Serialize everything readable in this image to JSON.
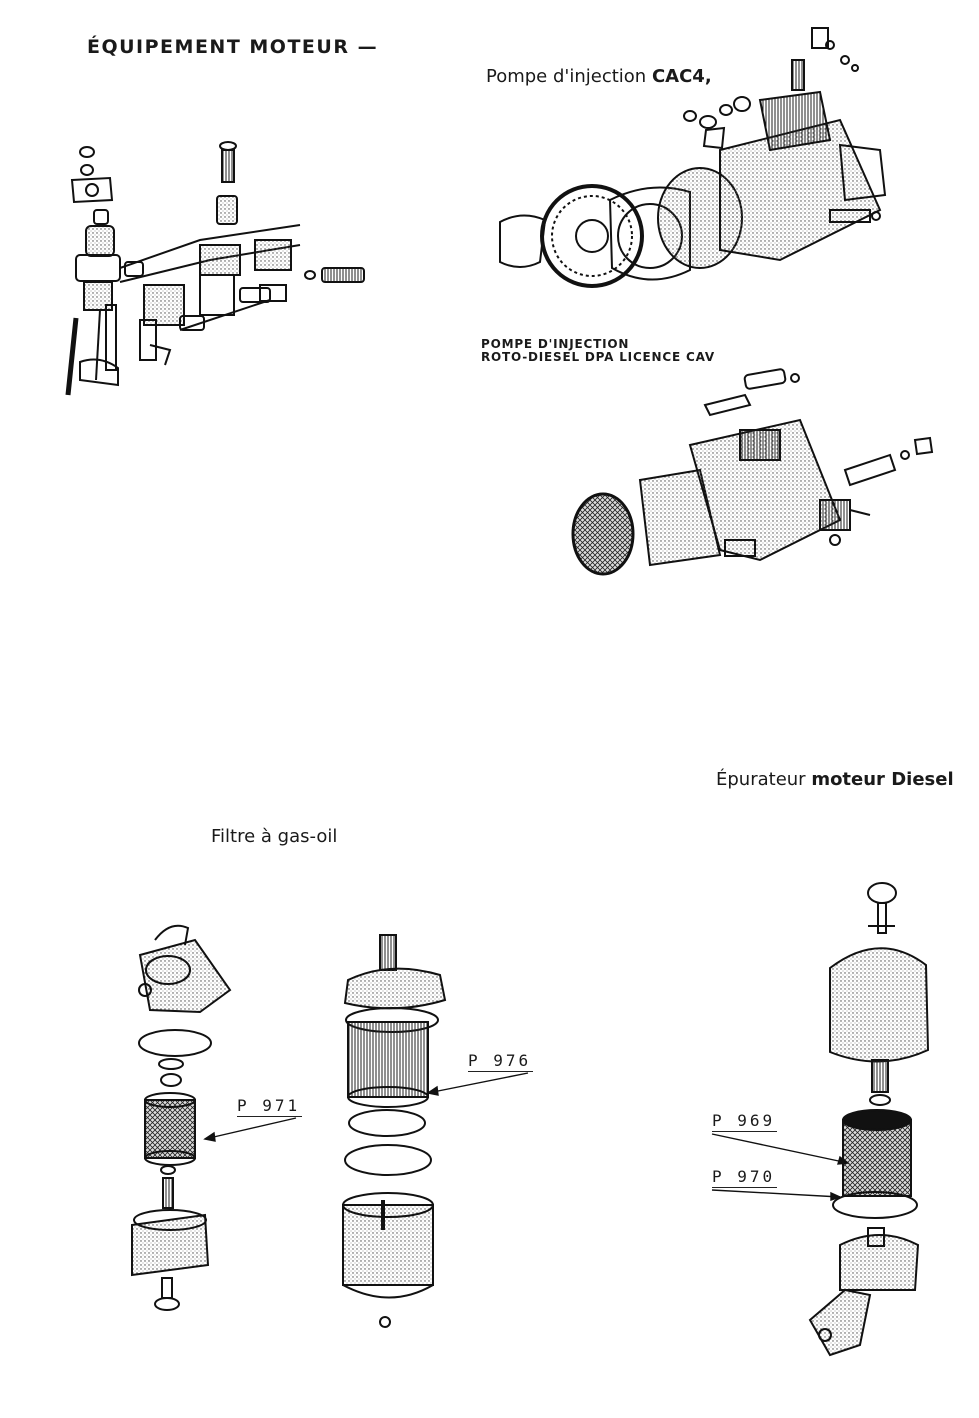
{
  "page": {
    "heading": "ÉQUIPEMENT MOTEUR —"
  },
  "captions": {
    "pompe_cac4": {
      "prefix": "Pompe d'injection ",
      "bold": "CAC4,"
    },
    "pompe_dpa": {
      "line1": "POMPE D'INJECTION",
      "line2": "ROTO-DIESEL DPA LICENCE CAV"
    },
    "epurateur": {
      "prefix": "Épurateur ",
      "bold": "moteur Diesel"
    },
    "filtre": {
      "text": "Filtre à gas-oil"
    }
  },
  "parts": {
    "p971": "P 971",
    "p976": "P 976",
    "p969": "P 969",
    "p970": "P 970"
  }
}
